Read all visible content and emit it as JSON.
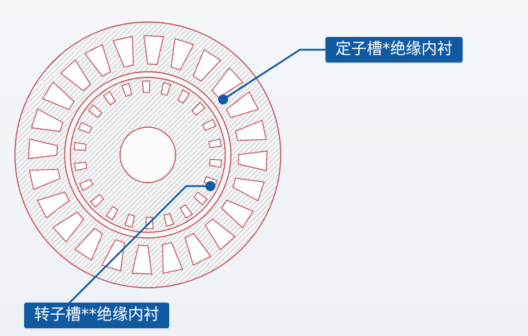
{
  "labels": {
    "stator_slot_insulation": "定子槽*绝缘内衬",
    "rotor_slot_insulation": "转子槽**绝缘内衬"
  },
  "counts": {
    "stator_slots": 24,
    "rotor_slots": 22
  },
  "colors": {
    "outline": "#c1444c",
    "hatch": "#9aa0a8",
    "callout_bg": "#0f5aa1",
    "callout_text": "#ffffff",
    "leader_line": "#0f5aa1",
    "background": "#f2f4f8"
  }
}
